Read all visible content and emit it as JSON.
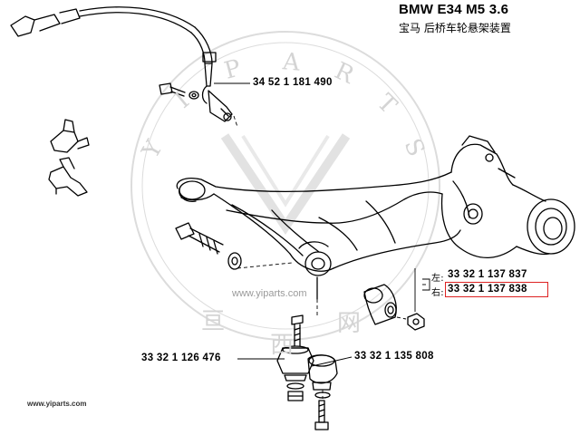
{
  "header": {
    "title": "BMW  E34 M5 3.6",
    "subtitle": "宝马 后桥车轮悬架装置"
  },
  "parts": {
    "sensor_cable": "34 52 1 181 490",
    "left_label": "左:",
    "left_part": "33 32 1 137 837",
    "right_label": "右:",
    "right_part": "33 32 1 137 838",
    "mount": "33 32 1 126 476",
    "bushing": "33 32 1 135 808"
  },
  "watermark": {
    "letters": [
      "Y",
      "I",
      "P",
      "A",
      "R",
      "T",
      "S"
    ],
    "cn_chars": [
      "亘",
      "西",
      "网"
    ],
    "url_center": "www.yiparts.com",
    "url_corner": "www.yiparts.com"
  },
  "colors": {
    "line": "#000000",
    "highlight": "#dd2222",
    "watermark": "#d4d4d4"
  }
}
